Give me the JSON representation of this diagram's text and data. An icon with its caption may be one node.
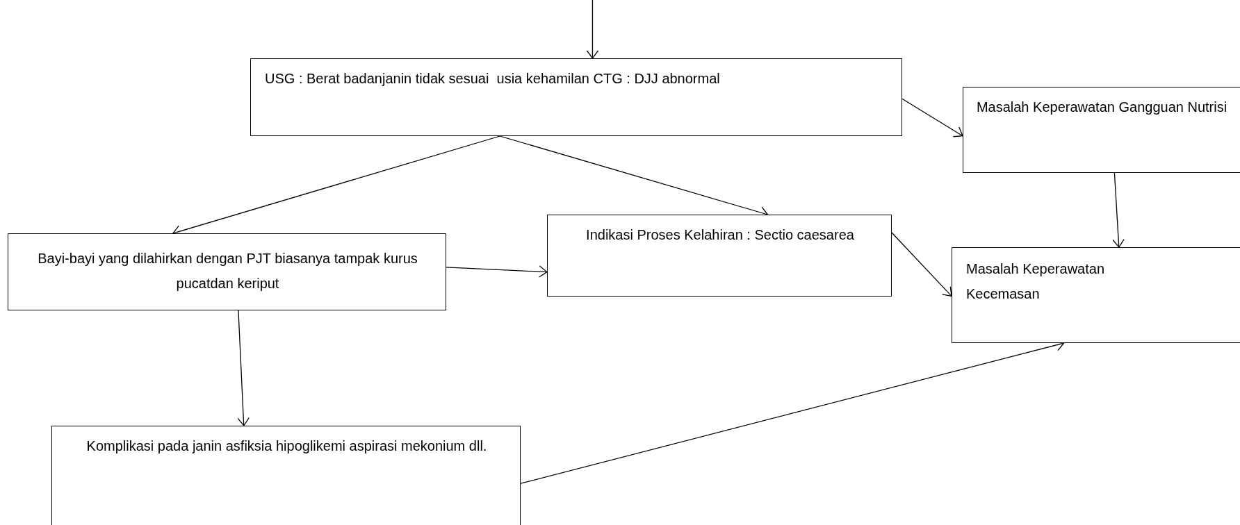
{
  "diagram": {
    "nodes": [
      {
        "text": [
          "USG : Berat badanjanin tidak sesuai  usia kehamilan CTG : DJJ abnormal"
        ]
      },
      {
        "text": [
          "Masalah Keperawatan Gangguan Nutrisi"
        ]
      },
      {
        "text": [
          "Bayi-bayi yang dilahirkan dengan PJT biasanya tampak kurus pucatdan keriput"
        ]
      },
      {
        "text": [
          "Indikasi Proses Kelahiran : Sectio caesarea"
        ]
      },
      {
        "text": [
          "Masalah Keperawatan Kecemasan"
        ]
      },
      {
        "text": [
          "Komplikasi pada janin asfiksia hipoglikemi aspirasi mekonium dll."
        ]
      }
    ],
    "edges": [
      {
        "from": null,
        "to": 0,
        "arrow": "to"
      },
      {
        "from": 0,
        "to": 1,
        "arrow": "to"
      },
      {
        "from": 0,
        "to": 2,
        "arrow": "to"
      },
      {
        "from": 0,
        "to": 3,
        "arrow": "to"
      },
      {
        "from": 2,
        "to": 3,
        "arrow": "to"
      },
      {
        "from": 1,
        "to": 4,
        "arrow": "to"
      },
      {
        "from": 3,
        "to": 4,
        "arrow": "to"
      },
      {
        "from": 2,
        "to": 5,
        "arrow": "to"
      },
      {
        "from": 5,
        "to": 4,
        "arrow": "to"
      }
    ]
  }
}
